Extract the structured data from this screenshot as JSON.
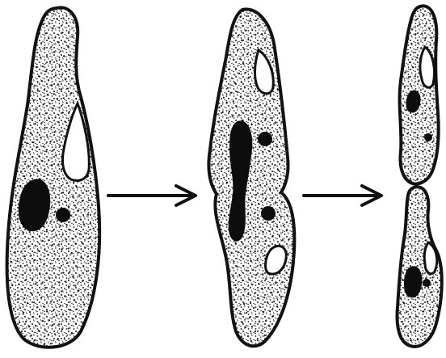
{
  "diagram": {
    "stages": [
      {
        "id": "stage-1",
        "cells": 1
      },
      {
        "id": "stage-2",
        "cells": 1
      },
      {
        "id": "stage-3",
        "cells": 2
      }
    ],
    "arrows": 2,
    "colors": {
      "background": "#ffffff",
      "outline": "#111111",
      "stipple": "#1a1a1a",
      "nucleus": "#0d0d0d",
      "vacuole": "#ffffff"
    }
  }
}
